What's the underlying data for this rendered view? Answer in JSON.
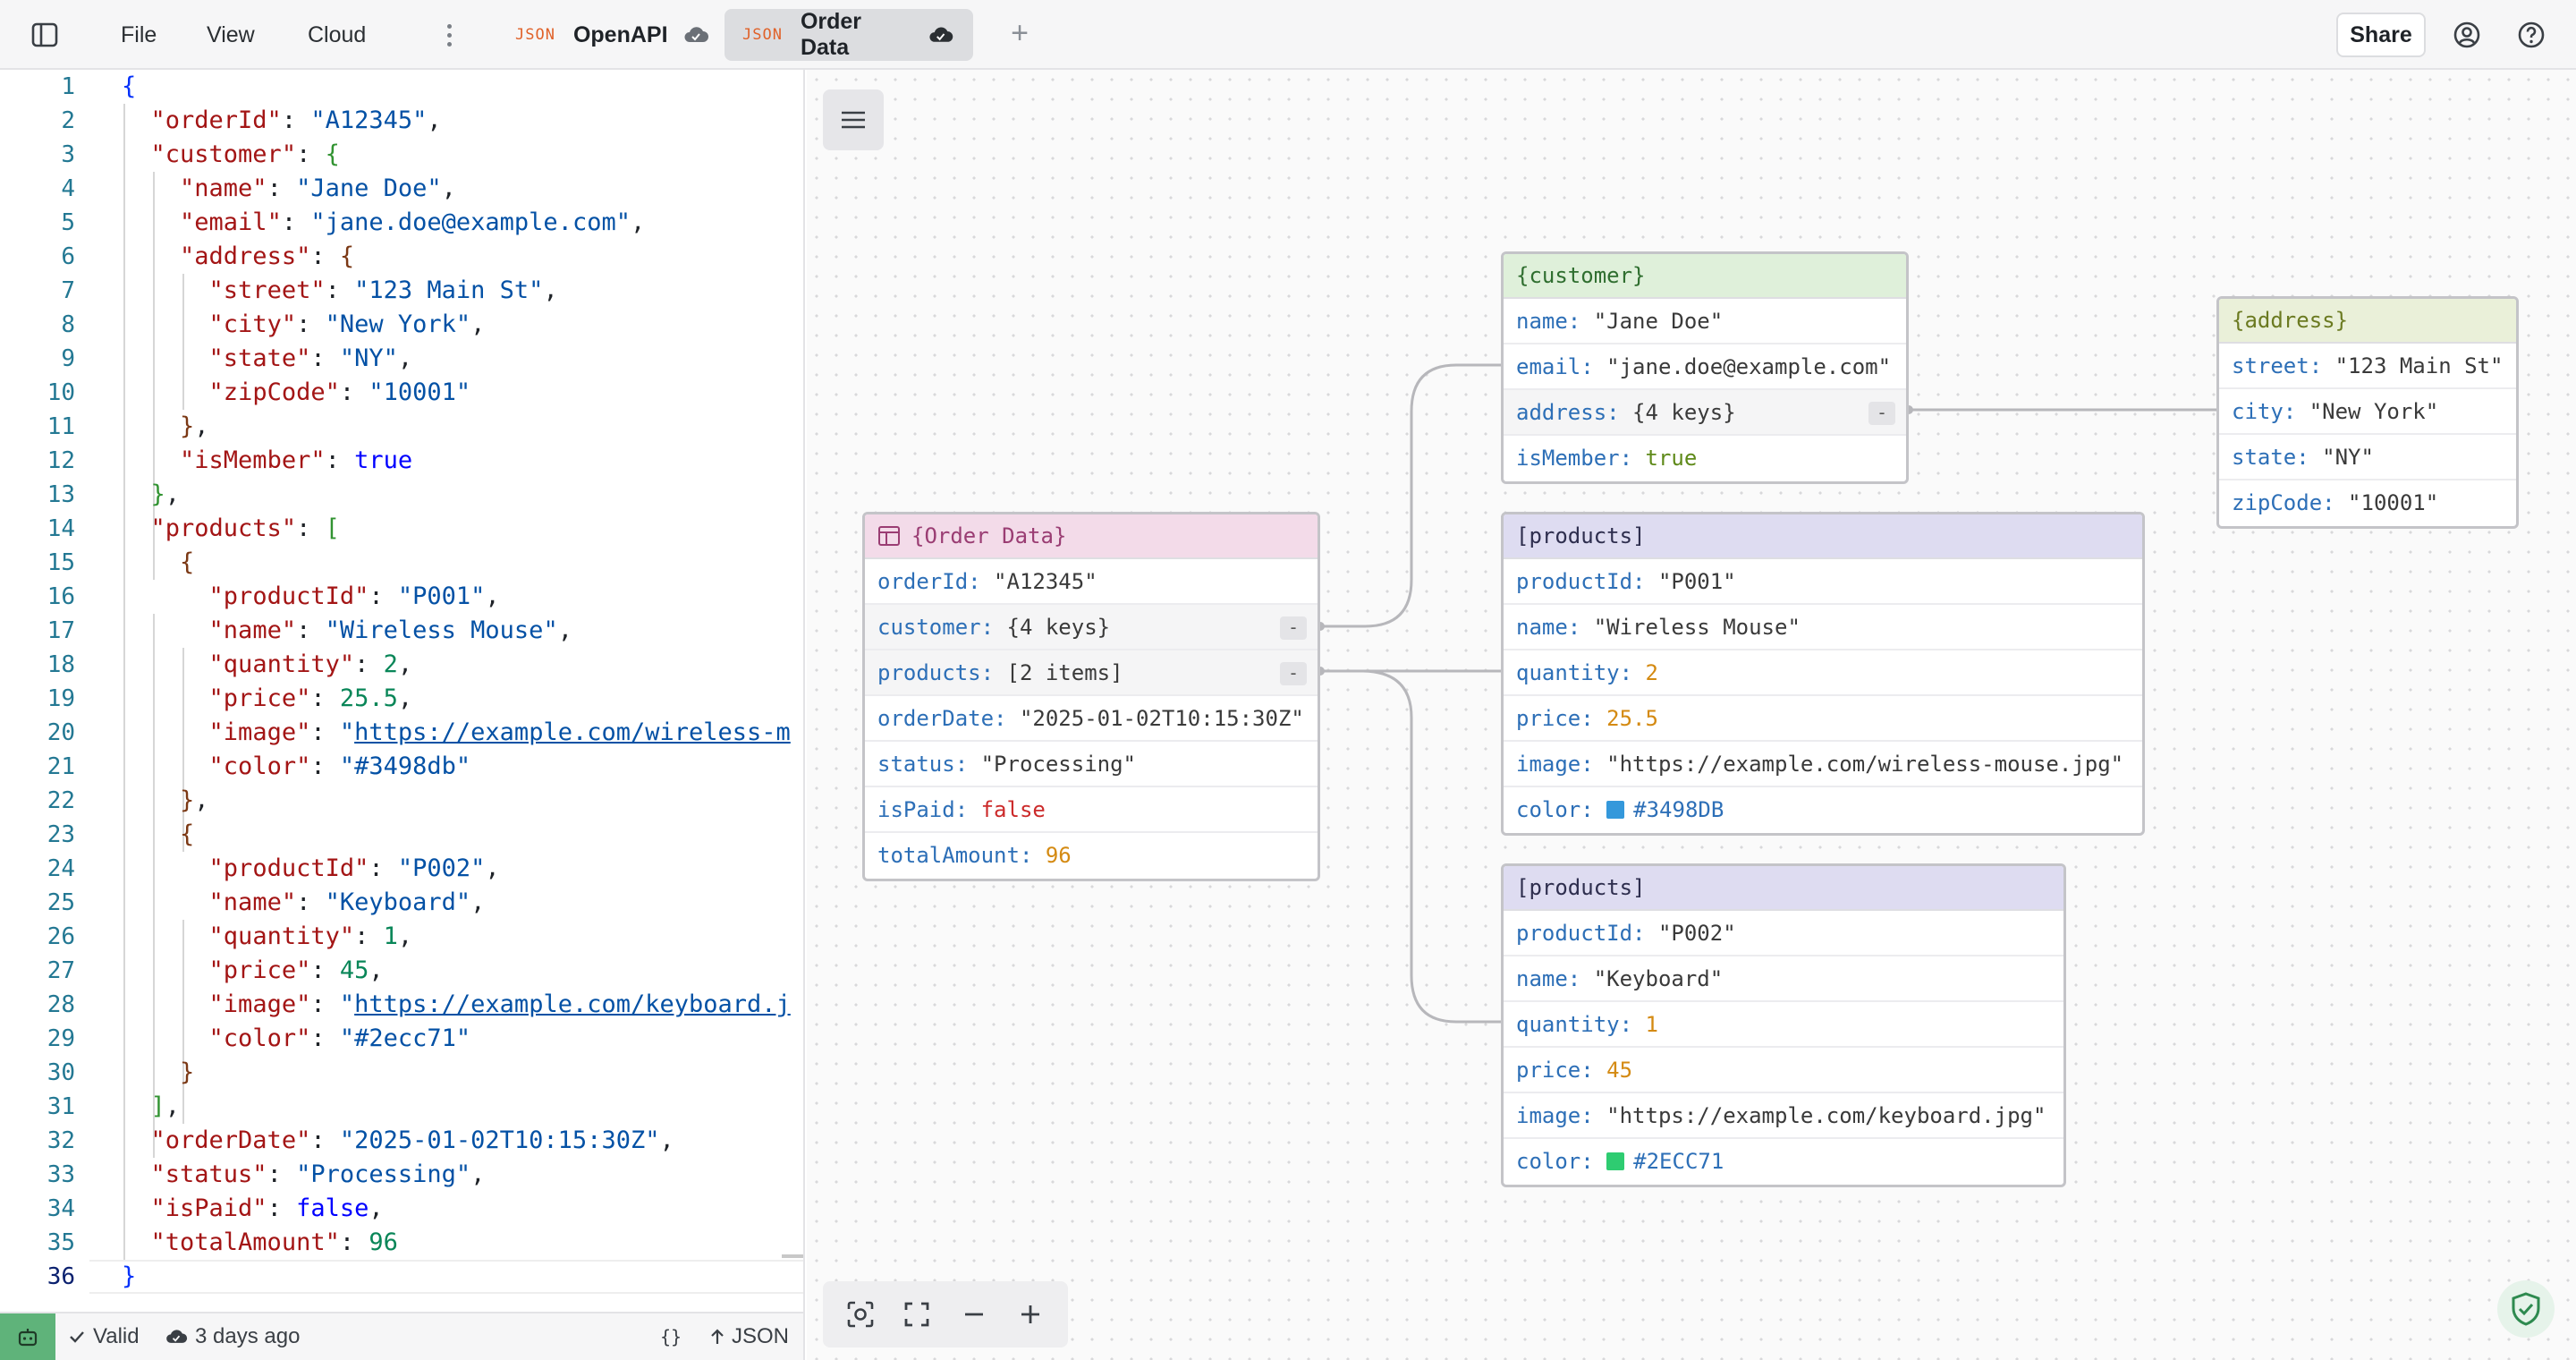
{
  "menu": {
    "file": "File",
    "view": "View",
    "cloud": "Cloud"
  },
  "tabs": [
    {
      "type_tag": "JSON",
      "title": "OpenAPI",
      "active": false
    },
    {
      "type_tag": "JSON",
      "title": "Order Data",
      "active": true
    }
  ],
  "new_tab_symbol": "+",
  "share_label": "Share",
  "editor": {
    "current_line": 36,
    "line_numbers": [
      "1",
      "2",
      "3",
      "4",
      "5",
      "6",
      "7",
      "8",
      "9",
      "10",
      "11",
      "12",
      "13",
      "14",
      "15",
      "16",
      "17",
      "18",
      "19",
      "20",
      "21",
      "22",
      "23",
      "24",
      "25",
      "26",
      "27",
      "28",
      "29",
      "30",
      "31",
      "32",
      "33",
      "34",
      "35",
      "36"
    ],
    "tokens": {
      "orderId_k": "\"orderId\"",
      "orderId_v": "\"A12345\"",
      "customer_k": "\"customer\"",
      "name_k": "\"name\"",
      "name_v": "\"Jane Doe\"",
      "email_k": "\"email\"",
      "email_v": "\"jane.doe@example.com\"",
      "address_k": "\"address\"",
      "street_k": "\"street\"",
      "street_v": "\"123 Main St\"",
      "city_k": "\"city\"",
      "city_v": "\"New York\"",
      "state_k": "\"state\"",
      "state_v": "\"NY\"",
      "zip_k": "\"zipCode\"",
      "zip_v": "\"10001\"",
      "isMember_k": "\"isMember\"",
      "isMember_v": "true",
      "products_k": "\"products\"",
      "p1_id_k": "\"productId\"",
      "p1_id_v": "\"P001\"",
      "p1_name_k": "\"name\"",
      "p1_name_v": "\"Wireless Mouse\"",
      "p1_qty_k": "\"quantity\"",
      "p1_qty_v": "2",
      "p1_price_k": "\"price\"",
      "p1_price_v": "25.5",
      "p1_img_k": "\"image\"",
      "p1_img_q": "\"",
      "p1_img_v": "https://example.com/wireless-m",
      "p1_color_k": "\"color\"",
      "p1_color_v": "\"#3498db\"",
      "p2_id_k": "\"productId\"",
      "p2_id_v": "\"P002\"",
      "p2_name_k": "\"name\"",
      "p2_name_v": "\"Keyboard\"",
      "p2_qty_k": "\"quantity\"",
      "p2_qty_v": "1",
      "p2_price_k": "\"price\"",
      "p2_price_v": "45",
      "p2_img_k": "\"image\"",
      "p2_img_q": "\"",
      "p2_img_v": "https://example.com/keyboard.j",
      "p2_color_k": "\"color\"",
      "p2_color_v": "\"#2ecc71\"",
      "orderDate_k": "\"orderDate\"",
      "orderDate_v": "\"2025-01-02T10:15:30Z\"",
      "status_k": "\"status\"",
      "status_v": "\"Processing\"",
      "isPaid_k": "\"isPaid\"",
      "isPaid_v": "false",
      "total_k": "\"totalAmount\"",
      "total_v": "96"
    }
  },
  "status_bar": {
    "valid": "Valid",
    "saved": "3 days ago",
    "braces": "{}",
    "format": "JSON"
  },
  "graph": {
    "order": {
      "title": "{Order Data}",
      "orderId": {
        "k": "orderId:",
        "v": "\"A12345\""
      },
      "customer": {
        "k": "customer:",
        "v": "{4 keys}"
      },
      "products": {
        "k": "products:",
        "v": "[2 items]"
      },
      "orderDate": {
        "k": "orderDate:",
        "v": "\"2025-01-02T10:15:30Z\""
      },
      "status": {
        "k": "status:",
        "v": "\"Processing\""
      },
      "isPaid": {
        "k": "isPaid:",
        "v": "false"
      },
      "totalAmount": {
        "k": "totalAmount:",
        "v": "96"
      }
    },
    "customer": {
      "title": "{customer}",
      "name": {
        "k": "name:",
        "v": "\"Jane Doe\""
      },
      "email": {
        "k": "email:",
        "v": "\"jane.doe@example.com\""
      },
      "address": {
        "k": "address:",
        "v": "{4 keys}"
      },
      "isMember": {
        "k": "isMember:",
        "v": "true"
      }
    },
    "address": {
      "title": "{address}",
      "street": {
        "k": "street:",
        "v": "\"123 Main St\""
      },
      "city": {
        "k": "city:",
        "v": "\"New York\""
      },
      "state": {
        "k": "state:",
        "v": "\"NY\""
      },
      "zipCode": {
        "k": "zipCode:",
        "v": "\"10001\""
      }
    },
    "product1": {
      "title": "[products]",
      "productId": {
        "k": "productId:",
        "v": "\"P001\""
      },
      "name": {
        "k": "name:",
        "v": "\"Wireless Mouse\""
      },
      "quantity": {
        "k": "quantity:",
        "v": "2"
      },
      "price": {
        "k": "price:",
        "v": "25.5"
      },
      "image": {
        "k": "image:",
        "v": "\"https://example.com/wireless-mouse.jpg\""
      },
      "color": {
        "k": "color:",
        "v": "#3498DB",
        "swatch": "#3498db"
      }
    },
    "product2": {
      "title": "[products]",
      "productId": {
        "k": "productId:",
        "v": "\"P002\""
      },
      "name": {
        "k": "name:",
        "v": "\"Keyboard\""
      },
      "quantity": {
        "k": "quantity:",
        "v": "1"
      },
      "price": {
        "k": "price:",
        "v": "45"
      },
      "image": {
        "k": "image:",
        "v": "\"https://example.com/keyboard.jpg\""
      },
      "color": {
        "k": "color:",
        "v": "#2ECC71",
        "swatch": "#2ecc71"
      }
    },
    "collapse_symbol": "-"
  },
  "colors": {
    "accent_green": "#5fb37a",
    "json_tag": "#e0622a"
  }
}
